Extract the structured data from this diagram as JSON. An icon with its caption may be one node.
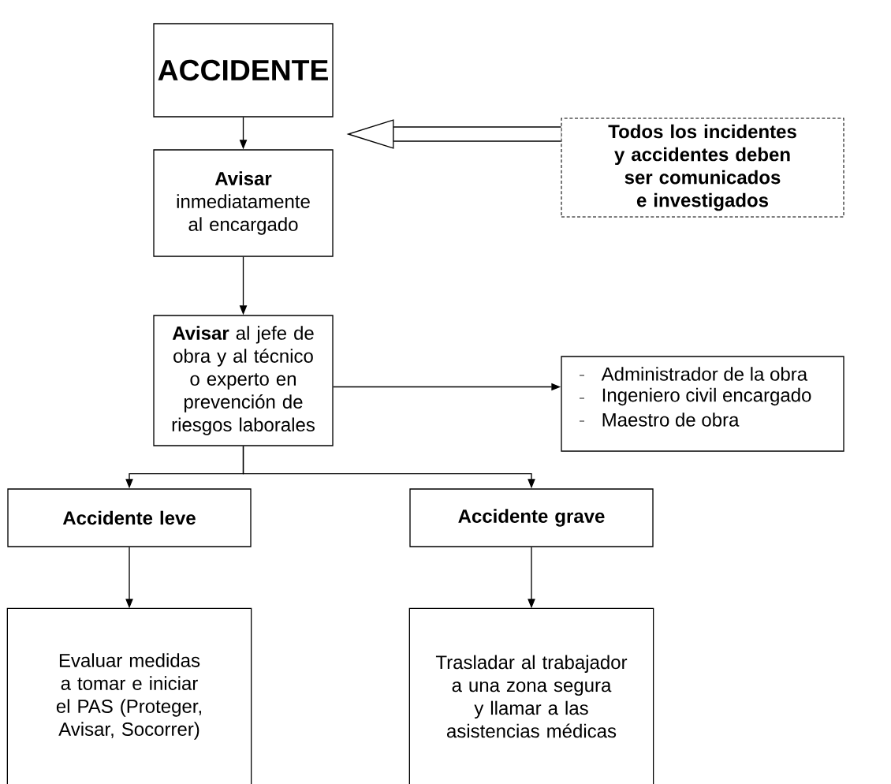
{
  "diagram": {
    "nodes": [
      {
        "text": [
          "ACCIDENTE"
        ]
      },
      {
        "text": [
          "Todos los incidentes y accidentes deben ser comunicados e investigados"
        ]
      },
      {
        "text": [
          "**Avisar** inmediatamente al encargado"
        ]
      },
      {
        "text": [
          "**Avisar** al jefe de obra y al técnico o experto en prevención de riesgos laborales"
        ]
      },
      {
        "text": [
          "Administrador de la obra",
          "Ingeniero civil encargado",
          "Maestro de obra"
        ]
      },
      {
        "text": [
          "Accidente leve"
        ]
      },
      {
        "text": [
          "Accidente grave"
        ]
      },
      {
        "text": [
          "Evaluar medidas a tomar e iniciar el PAS (Proteger, Avisar, Socorrer)"
        ]
      },
      {
        "text": [
          "Trasladar al trabajador a una zona segura y llamar a las asistencias médicas"
        ]
      }
    ],
    "edges": [
      {
        "from": 0,
        "to": 2,
        "arrow": "to"
      },
      {
        "from": 1,
        "to": null,
        "arrow": "to",
        "style": "thick"
      },
      {
        "from": 2,
        "to": 3,
        "arrow": "to"
      },
      {
        "from": 3,
        "to": 4,
        "arrow": "to"
      },
      {
        "from": 3,
        "to": 5,
        "arrow": "to"
      },
      {
        "from": 3,
        "to": 6,
        "arrow": "to"
      },
      {
        "from": 5,
        "to": 7,
        "arrow": "to"
      },
      {
        "from": 6,
        "to": 8,
        "arrow": "to"
      }
    ]
  }
}
